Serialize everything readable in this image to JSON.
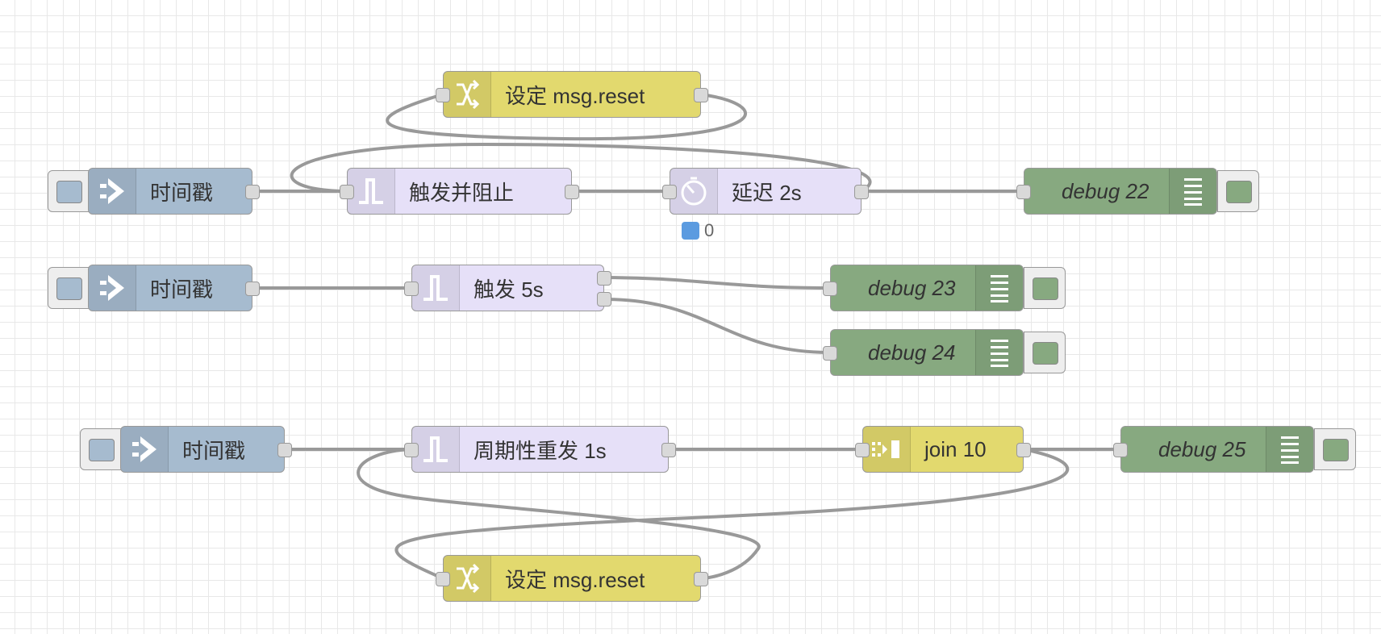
{
  "canvas": {
    "grid_color": "#e8e8e8",
    "wire_color": "#999999"
  },
  "colors": {
    "inject": "#a6bbcf",
    "trigger": "#e6e0f8",
    "change": "#e2d96e",
    "delay": "#e6e0f8",
    "join": "#e2d96e",
    "debug": "#87a980",
    "status_blue": "#5b9be0"
  },
  "nodes": {
    "change_top": {
      "type": "change",
      "label": "设定 msg.reset",
      "icon": "shuffle-icon"
    },
    "inject_1": {
      "type": "inject",
      "label": "时间戳",
      "icon": "arrow-right-icon"
    },
    "trigger_block": {
      "type": "trigger",
      "label": "触发并阻止",
      "icon": "pulse-icon"
    },
    "delay_2s": {
      "type": "delay",
      "label": "延迟 2s",
      "icon": "timer-icon",
      "status": "0"
    },
    "debug_22": {
      "type": "debug",
      "label": "debug 22",
      "icon": "list-icon"
    },
    "inject_2": {
      "type": "inject",
      "label": "时间戳",
      "icon": "arrow-right-icon"
    },
    "trigger_5s": {
      "type": "trigger",
      "label": "触发 5s",
      "icon": "pulse-icon"
    },
    "debug_23": {
      "type": "debug",
      "label": "debug 23",
      "icon": "list-icon"
    },
    "debug_24": {
      "type": "debug",
      "label": "debug 24",
      "icon": "list-icon"
    },
    "inject_3": {
      "type": "inject",
      "label": "时间戳",
      "icon": "arrow-right-icon"
    },
    "trigger_repeat": {
      "type": "trigger",
      "label": "周期性重发 1s",
      "icon": "pulse-icon"
    },
    "join_10": {
      "type": "join",
      "label": "join 10",
      "icon": "join-icon"
    },
    "debug_25": {
      "type": "debug",
      "label": "debug 25",
      "icon": "list-icon"
    },
    "change_bottom": {
      "type": "change",
      "label": "设定 msg.reset",
      "icon": "shuffle-icon"
    }
  }
}
